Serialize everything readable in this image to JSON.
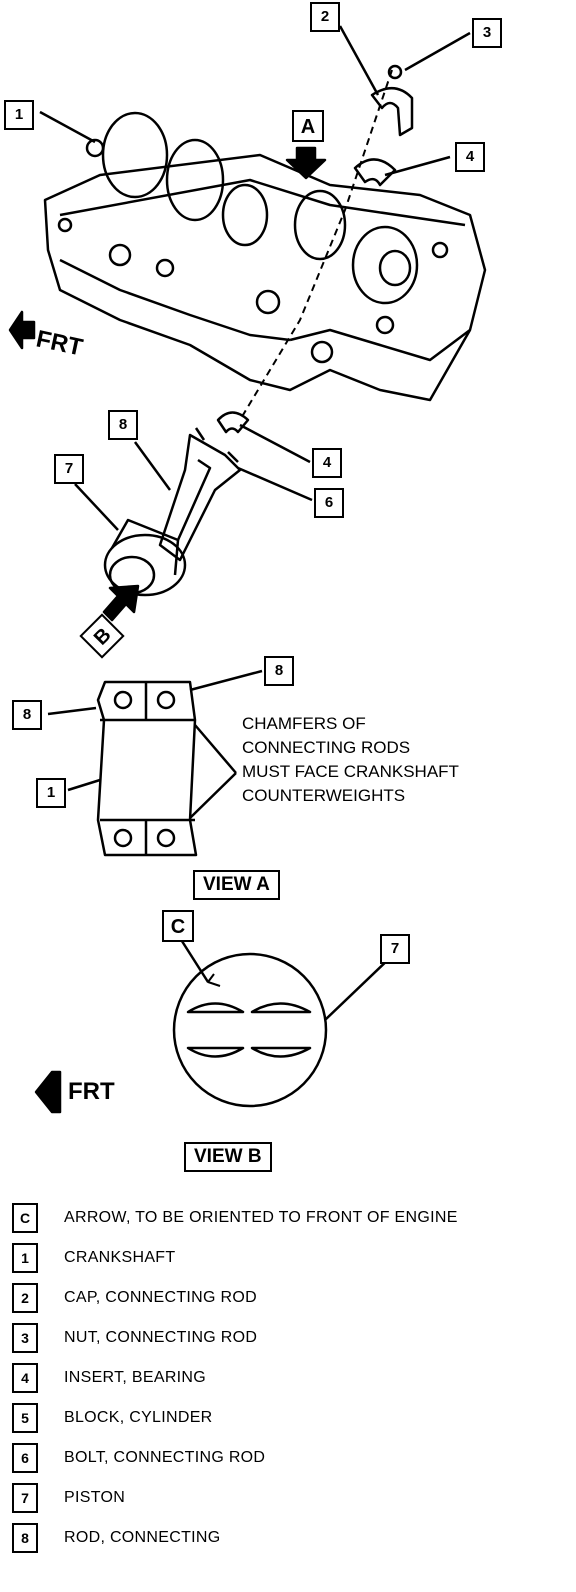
{
  "callouts": {
    "top": [
      {
        "id": "1",
        "label": "1"
      },
      {
        "id": "2",
        "label": "2"
      },
      {
        "id": "3",
        "label": "3"
      },
      {
        "id": "4a",
        "label": "4"
      },
      {
        "id": "A",
        "label": "A"
      },
      {
        "id": "4b",
        "label": "4"
      },
      {
        "id": "6",
        "label": "6"
      },
      {
        "id": "8a",
        "label": "8"
      },
      {
        "id": "7a",
        "label": "7"
      },
      {
        "id": "B",
        "label": "B"
      }
    ],
    "view_a": [
      {
        "id": "8b",
        "label": "8"
      },
      {
        "id": "8c",
        "label": "8"
      },
      {
        "id": "1b",
        "label": "1"
      }
    ],
    "view_b": [
      {
        "id": "C",
        "label": "C"
      },
      {
        "id": "7b",
        "label": "7"
      }
    ]
  },
  "frt_label": "FRT",
  "note_lines": [
    "CHAMFERS OF",
    "CONNECTING RODS",
    "MUST FACE CRANKSHAFT",
    "COUNTERWEIGHTS"
  ],
  "view_a_label": "VIEW A",
  "view_b_label": "VIEW B",
  "legend": [
    {
      "key": "C",
      "text": "ARROW, TO BE ORIENTED TO FRONT OF ENGINE"
    },
    {
      "key": "1",
      "text": "CRANKSHAFT"
    },
    {
      "key": "2",
      "text": "CAP, CONNECTING ROD"
    },
    {
      "key": "3",
      "text": "NUT, CONNECTING ROD"
    },
    {
      "key": "4",
      "text": "INSERT, BEARING"
    },
    {
      "key": "5",
      "text": "BLOCK, CYLINDER"
    },
    {
      "key": "6",
      "text": "BOLT, CONNECTING ROD"
    },
    {
      "key": "7",
      "text": "PISTON"
    },
    {
      "key": "8",
      "text": "ROD, CONNECTING"
    }
  ]
}
